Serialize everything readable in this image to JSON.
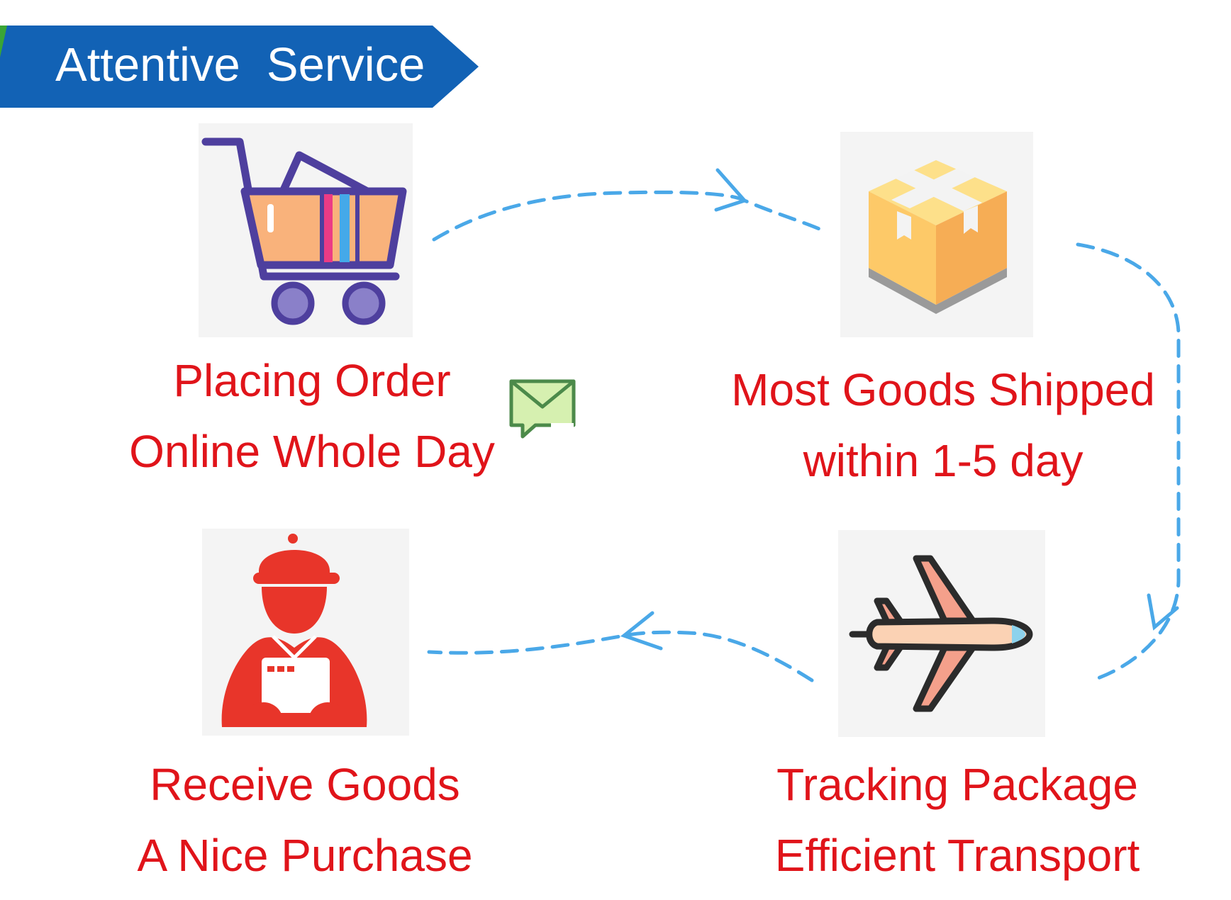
{
  "banner": {
    "title": "Attentive  Service",
    "color": "#1262b5",
    "accent": "#3aa535"
  },
  "steps": [
    {
      "icon": "shopping-cart-icon",
      "line1": "Placing Order",
      "line2": "Online Whole Day"
    },
    {
      "icon": "package-box-icon",
      "line1": "Most Goods Shipped",
      "line2": "within 1-5 day"
    },
    {
      "icon": "airplane-icon",
      "line1": "Tracking Package",
      "line2": "Efficient Transport"
    },
    {
      "icon": "delivery-person-icon",
      "line1": "Receive Goods",
      "line2": "A Nice Purchase"
    }
  ],
  "colors": {
    "caption": "#e0141a",
    "arrow": "#4aa8e8",
    "icon_bg": "#f4f4f4"
  }
}
